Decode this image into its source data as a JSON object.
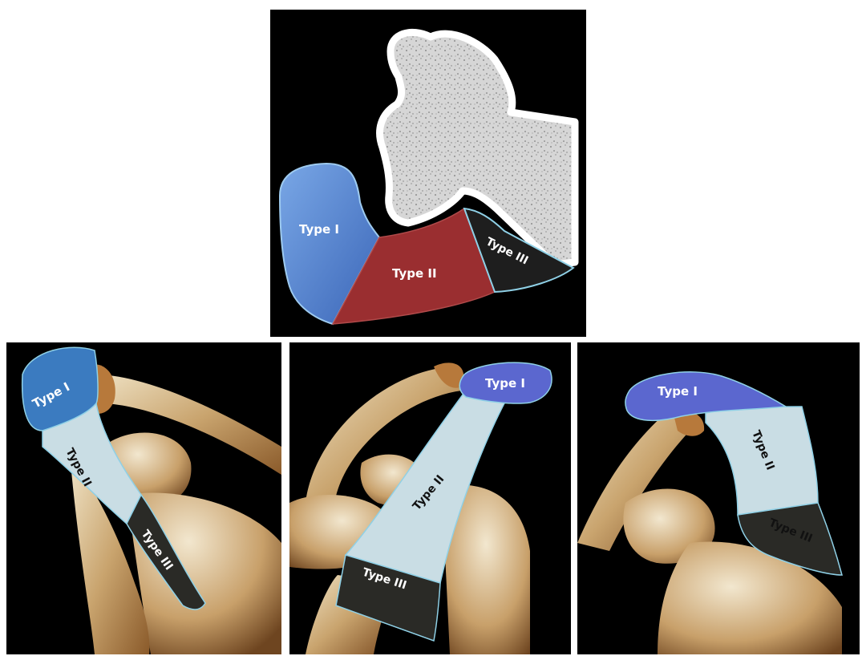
{
  "labels": {
    "type1": "Type I",
    "type2": "Type II",
    "type3": "Type III"
  },
  "colors": {
    "type1": "#4f7fd0",
    "type2": "#9a2e30",
    "type3": "#1e1e1e",
    "type2_3d": "#c9dde4",
    "bone": "#c9ad84",
    "outline": "#8fd0e6"
  }
}
